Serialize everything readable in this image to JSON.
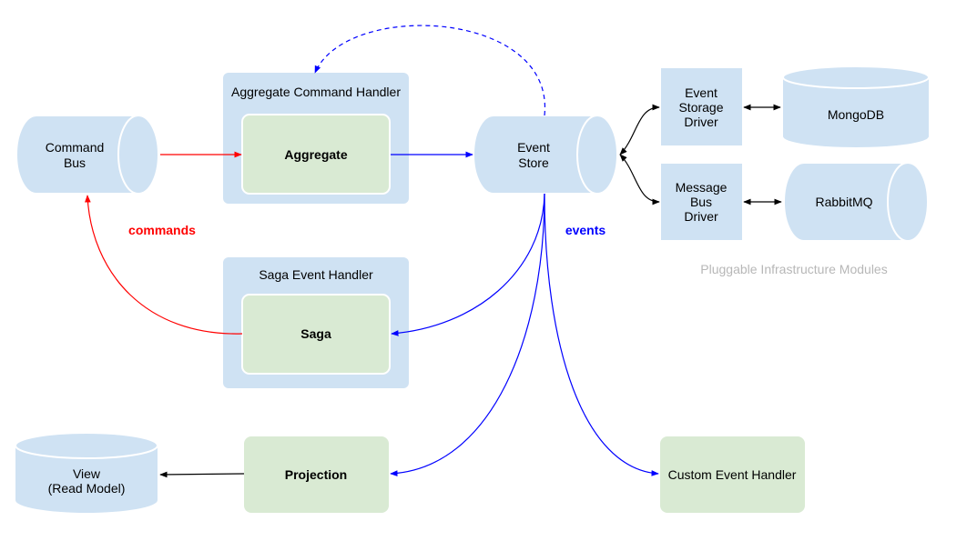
{
  "colors": {
    "container": "#cfe2f3",
    "inner": "#d9ead3",
    "command_arrow": "#ff0000",
    "event_arrow": "#0000ff",
    "plain_arrow": "#000000",
    "muted_text": "#b7b7b7",
    "commands_label": "#ff0000",
    "events_label": "#0000ff"
  },
  "command_bus": {
    "line1": "Command",
    "line2": "Bus"
  },
  "aggregate_handler": {
    "title": "Aggregate Command Handler",
    "inner": "Aggregate"
  },
  "event_store": {
    "line1": "Event",
    "line2": "Store"
  },
  "saga_handler": {
    "title": "Saga Event Handler",
    "inner": "Saga"
  },
  "projection": {
    "label": "Projection"
  },
  "view": {
    "line1": "View",
    "line2": "(Read Model)"
  },
  "custom_handler": {
    "label": "Custom Event Handler"
  },
  "event_storage_driver": {
    "line1": "Event",
    "line2": "Storage",
    "line3": "Driver"
  },
  "message_bus_driver": {
    "line1": "Message",
    "line2": "Bus",
    "line3": "Driver"
  },
  "mongodb": {
    "label": "MongoDB"
  },
  "rabbitmq": {
    "label": "RabbitMQ"
  },
  "labels": {
    "commands": "commands",
    "events": "events",
    "pluggable": "Pluggable Infrastructure Modules"
  }
}
